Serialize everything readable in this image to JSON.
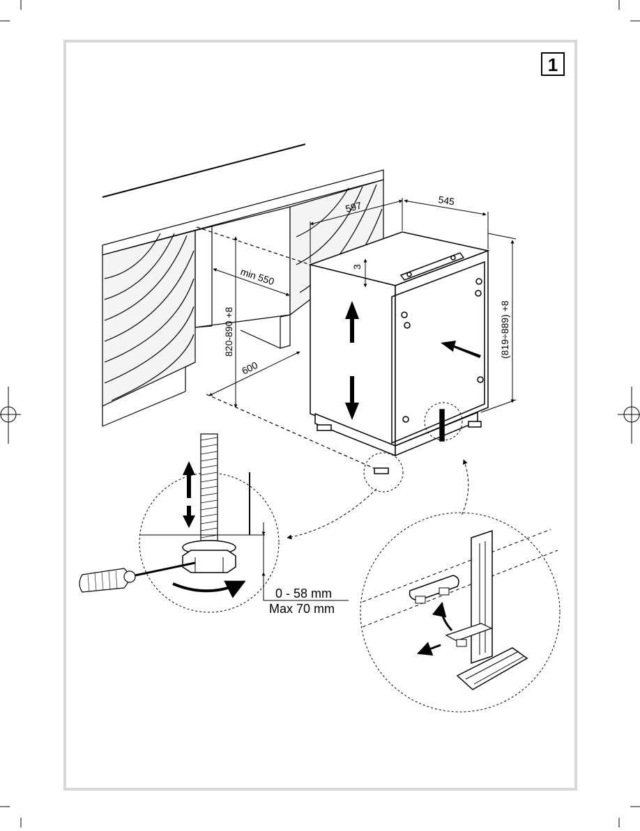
{
  "figure_number": "1",
  "dimensions": {
    "width": "597",
    "depth": "545",
    "gap_top": "3",
    "min_depth": "min 550",
    "niche_height": "820-890 +8",
    "niche_width": "600",
    "appliance_height": "(819÷889) +8"
  },
  "foot_adjustment": {
    "range": "0 - 58 mm",
    "max": "Max 70 mm"
  }
}
